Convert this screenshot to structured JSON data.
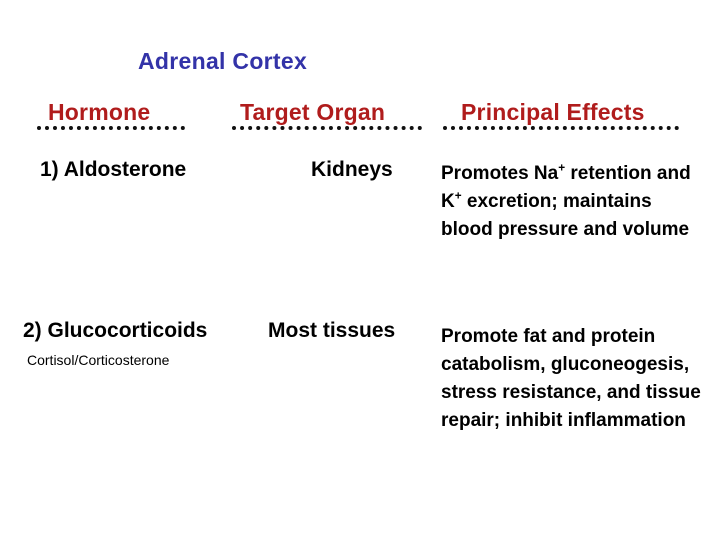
{
  "slide": {
    "title": "Adrenal Cortex",
    "title_color": "#3333a8",
    "header_color": "#b01c1c",
    "background_color": "#ffffff",
    "text_color": "#000000"
  },
  "table": {
    "headers": [
      {
        "label": "Hormone"
      },
      {
        "label": "Target Organ"
      },
      {
        "label": "Principal Effects"
      }
    ],
    "rows": [
      {
        "hormone": "1) Aldosterone",
        "hormone_sub": "",
        "target_organ": "Kidneys",
        "effects_parts": {
          "before_na": "Promotes Na",
          "na_charge": "+",
          "middle": " retention and K",
          "k_charge": "+",
          "after": " excretion; maintains blood pressure and volume"
        },
        "effects_plain": "Promotes Na+ retention and K+ excretion; maintains blood pressure and volume"
      },
      {
        "hormone": "2) Glucocorticoids",
        "hormone_sub": "Cortisol/Corticosterone",
        "target_organ": "Most tissues",
        "effects_plain": "Promote fat and protein catabolism, gluconeogesis, stress resistance, and tissue repair; inhibit inflammation"
      }
    ]
  }
}
